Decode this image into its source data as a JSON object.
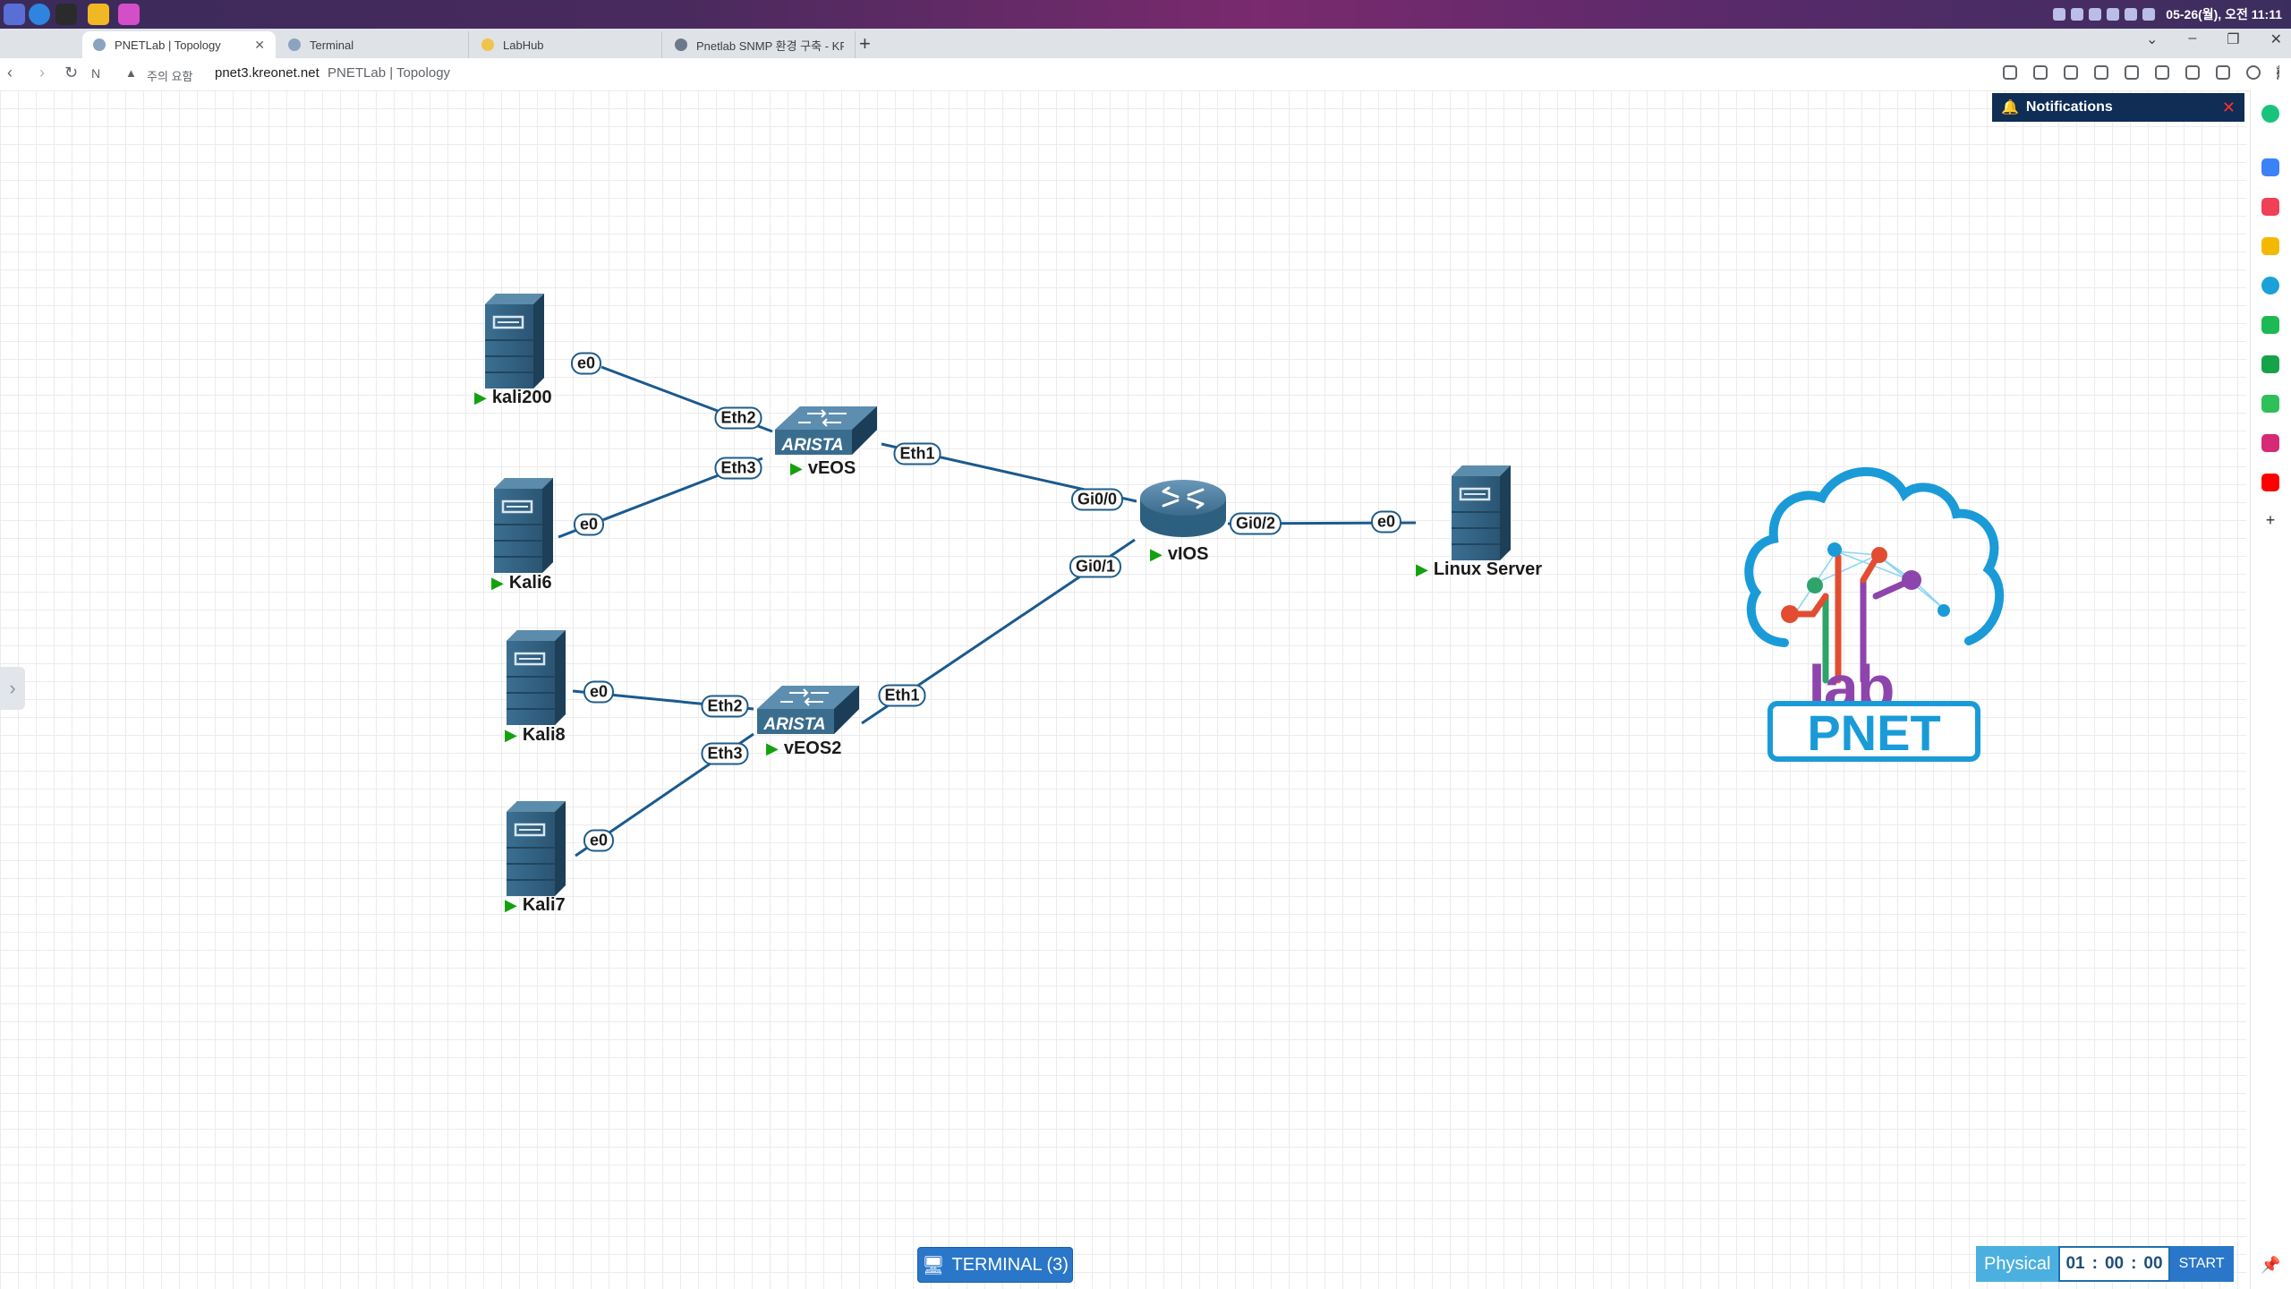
{
  "os": {
    "clock": "05-26(월), 오전 11:11"
  },
  "browser": {
    "tabs": [
      {
        "label": "PNETLab | Topology",
        "active": true
      },
      {
        "label": "Terminal",
        "active": false
      },
      {
        "label": "LabHub",
        "active": false
      },
      {
        "label": "Pnetlab SNMP 환경 구축 - KREONE",
        "active": false
      }
    ],
    "security_warning": "주의 요함",
    "url_host": "pnet3.kreonet.net",
    "url_rest": "PNETLab | Topology"
  },
  "topology": {
    "nodes": [
      {
        "name": "kali200",
        "type": "server"
      },
      {
        "name": "Kali6",
        "type": "server"
      },
      {
        "name": "Kali8",
        "type": "server"
      },
      {
        "name": "Kali7",
        "type": "server"
      },
      {
        "name": "vEOS",
        "type": "arista-switch"
      },
      {
        "name": "vEOS2",
        "type": "arista-switch"
      },
      {
        "name": "vIOS",
        "type": "router"
      },
      {
        "name": "Linux Server",
        "type": "server"
      }
    ],
    "links": [
      {
        "a": "kali200",
        "a_port": "e0",
        "b": "vEOS",
        "b_port": "Eth2"
      },
      {
        "a": "Kali6",
        "a_port": "e0",
        "b": "vEOS",
        "b_port": "Eth3"
      },
      {
        "a": "vEOS",
        "a_port": "Eth1",
        "b": "vIOS",
        "b_port": "Gi0/0"
      },
      {
        "a": "Kali8",
        "a_port": "e0",
        "b": "vEOS2",
        "b_port": "Eth2"
      },
      {
        "a": "Kali7",
        "a_port": "e0",
        "b": "vEOS2",
        "b_port": "Eth3"
      },
      {
        "a": "vEOS2",
        "a_port": "Eth1",
        "b": "vIOS",
        "b_port": "Gi0/1"
      },
      {
        "a": "vIOS",
        "a_port": "Gi0/2",
        "b": "Linux Server",
        "b_port": "e0"
      }
    ],
    "arista_text": "ARISTA"
  },
  "logo": {
    "lab": "lab",
    "brand": "PNET"
  },
  "notifications": {
    "title": "Notifications"
  },
  "bottom": {
    "terminal_label": "TERMINAL (3)",
    "mode": "Physical",
    "timer": {
      "h": "01",
      "m": "00",
      "s": "00"
    },
    "start_label": "START"
  },
  "colors": {
    "link": "#1a5a8e",
    "device": "#2d5f7f",
    "status_running": "#13a10e",
    "notif_bg": "#0f2d55"
  }
}
